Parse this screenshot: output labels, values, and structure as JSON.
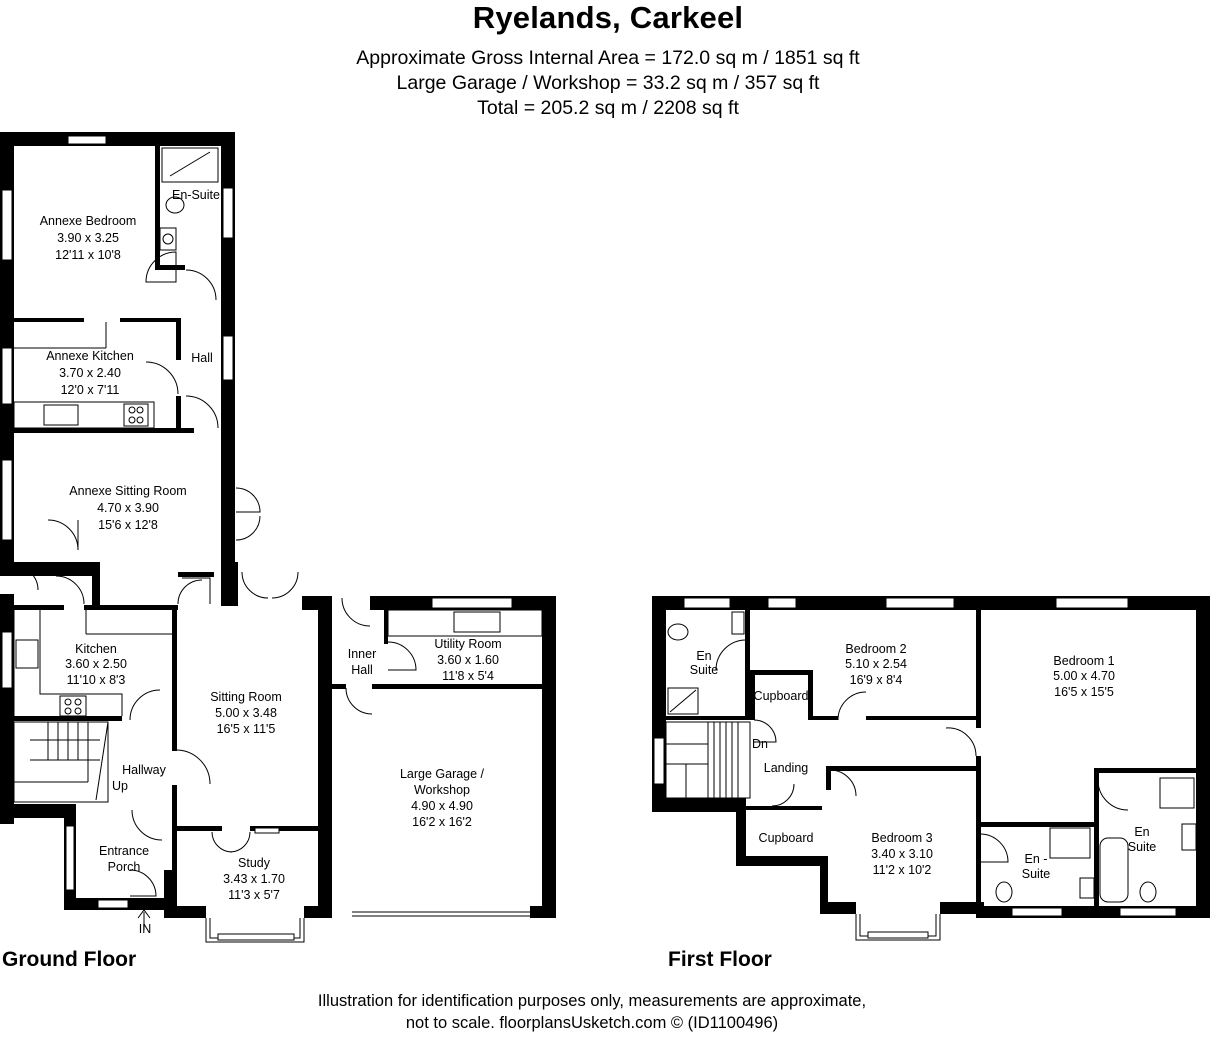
{
  "header": {
    "title": "Ryelands, Carkeel",
    "area_line_1": "Approximate Gross Internal Area = 172.0 sq m / 1851 sq ft",
    "area_line_2": "Large Garage / Workshop = 33.2 sq m / 357 sq ft",
    "area_line_3": "Total = 205.2 sq m / 2208 sq ft"
  },
  "floors": {
    "ground_label": "Ground Floor",
    "first_label": "First Floor"
  },
  "rooms": {
    "annexe_bedroom": {
      "name": "Annexe Bedroom",
      "metric": "3.90 x 3.25",
      "imperial": "12'11 x 10'8"
    },
    "ensuite_annexe": {
      "name": "En-Suite"
    },
    "hall": {
      "name": "Hall"
    },
    "annexe_kitchen": {
      "name": "Annexe Kitchen",
      "metric": "3.70 x 2.40",
      "imperial": "12'0 x 7'11"
    },
    "annexe_sitting": {
      "name": "Annexe Sitting Room",
      "metric": "4.70 x 3.90",
      "imperial": "15'6 x 12'8"
    },
    "kitchen": {
      "name": "Kitchen",
      "metric": "3.60 x 2.50",
      "imperial": "11'10 x 8'3"
    },
    "sitting_room": {
      "name": "Sitting Room",
      "metric": "5.00 x 3.48",
      "imperial": "16'5 x 11'5"
    },
    "inner_hall": {
      "line1": "Inner",
      "line2": "Hall"
    },
    "utility": {
      "name": "Utility Room",
      "metric": "3.60 x 1.60",
      "imperial": "11'8 x 5'4"
    },
    "hallway": {
      "name": "Hallway",
      "up": "Up"
    },
    "garage": {
      "line1": "Large Garage /",
      "line2": "Workshop",
      "metric": "4.90 x 4.90",
      "imperial": "16'2 x 16'2"
    },
    "porch": {
      "line1": "Entrance",
      "line2": "Porch",
      "entry": "IN"
    },
    "study": {
      "name": "Study",
      "metric": "3.43 x 1.70",
      "imperial": "11'3 x 5'7"
    },
    "ensuite_ff": {
      "line1": "En",
      "line2": "Suite"
    },
    "cupboard_1": {
      "name": "Cupboard"
    },
    "bedroom_2": {
      "name": "Bedroom 2",
      "metric": "5.10 x 2.54",
      "imperial": "16'9 x 8'4"
    },
    "bedroom_1": {
      "name": "Bedroom 1",
      "metric": "5.00 x 4.70",
      "imperial": "16'5 x 15'5"
    },
    "landing": {
      "name": "Landing",
      "down": "Dn"
    },
    "cupboard_2": {
      "name": "Cupboard"
    },
    "bedroom_3": {
      "name": "Bedroom 3",
      "metric": "3.40 x 3.10",
      "imperial": "11'2 x 10'2"
    },
    "ensuite_b3": {
      "line1": "En -",
      "line2": "Suite"
    },
    "ensuite_b1": {
      "line1": "En",
      "line2": "Suite"
    }
  },
  "footer": {
    "line_1": "Illustration for identification purposes only, measurements are approximate,",
    "line_2": "not to scale. floorplansUsketch.com © (ID1100496)"
  }
}
